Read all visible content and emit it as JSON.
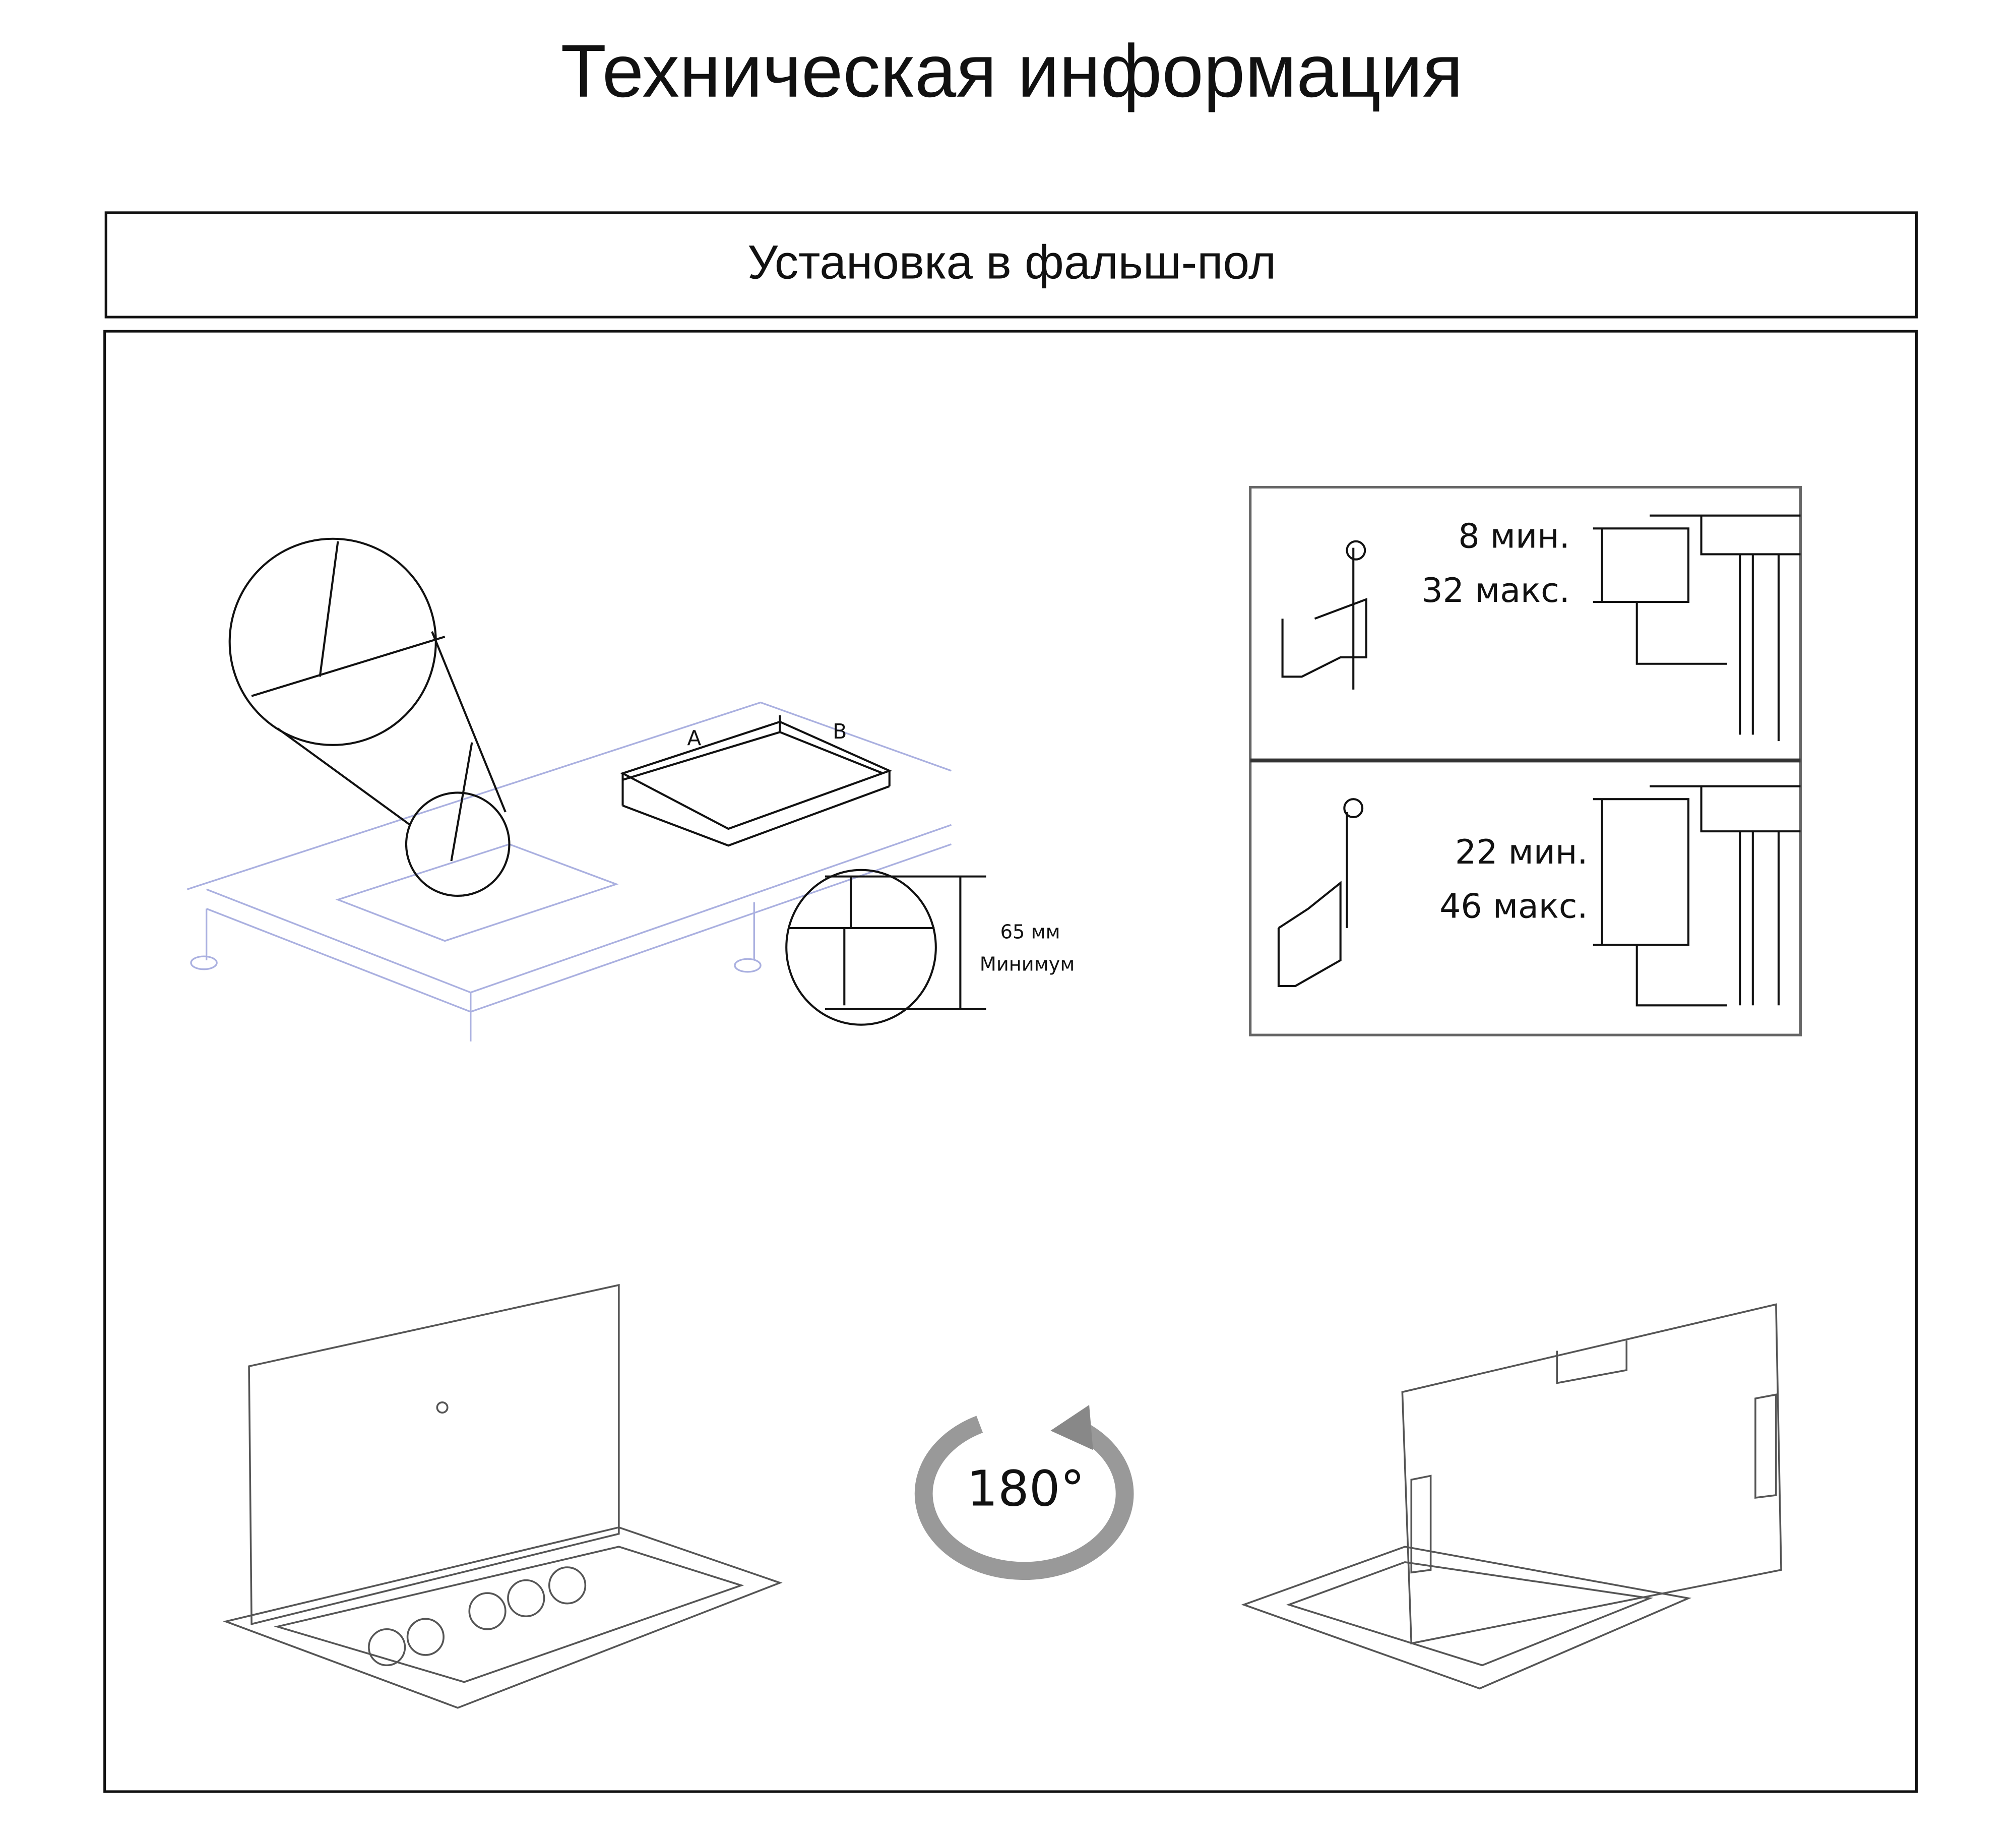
{
  "page": {
    "title": "Техническая информация",
    "section_title": "Установка в фальш-пол"
  },
  "diagram_labels": {
    "dim_a": "A",
    "dim_b": "B",
    "min_height_value": "65 мм",
    "min_height_label": "Минимум",
    "clamp_small_min": "8 мин.",
    "clamp_small_max": "32 макс.",
    "clamp_large_min": "22 мин.",
    "clamp_large_max": "46 макс.",
    "rotation": "180°"
  }
}
